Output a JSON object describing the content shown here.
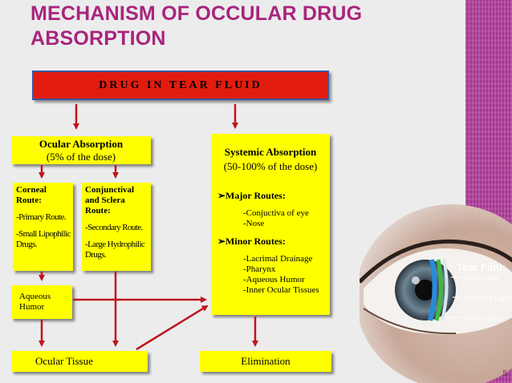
{
  "title_line1": "MECHANISM OF OCCULAR DRUG",
  "title_line2": "ABSORPTION",
  "top_box": "DRUG IN TEAR FLUID",
  "ocular_absorption": {
    "line1": "Ocular Absorption",
    "line2": "(5% of the dose)"
  },
  "systemic_absorption": {
    "line1": "Systemic Absorption",
    "line2": "(50-100% of the dose)"
  },
  "corneal": {
    "heading1": "Corneal",
    "heading2": "Route:",
    "item1": "-Primary Route.",
    "item2a": "-Small Lipophilic",
    "item2b": "Drugs."
  },
  "conjunctival": {
    "heading1": "Conjunctival",
    "heading2": "and Sclera",
    "heading3": "Route:",
    "item1": "-Secondary Route.",
    "item2a": "-Large Hydrophilic",
    "item2b": "Drugs."
  },
  "systemic_routes": {
    "major_label": "➢Major Routes:",
    "major_items": [
      "-Conjuctiva of eye",
      "-Nose"
    ],
    "minor_label": "➢Minor Routes:",
    "minor_items": [
      "-Lacrimal Drainage",
      "-Pharynx",
      "-Aqueous Humor",
      "-Inner Ocular Tissues"
    ]
  },
  "aqueous_humor": {
    "line1": "Aqueous",
    "line2": "Humor"
  },
  "ocular_tissue": "Ocular Tissue",
  "elimination": "Elimination",
  "tear_film": {
    "title": "Tear Film:",
    "layers": [
      "Lipid Layer",
      "Aqueous Layer",
      "Mucin Layer"
    ]
  },
  "page_number": "5",
  "colors": {
    "title": "#a8257d",
    "box": "#ffff00",
    "top_box": "#e11c0f",
    "arrow": "#c0141c",
    "stripe": "#b03c99"
  }
}
